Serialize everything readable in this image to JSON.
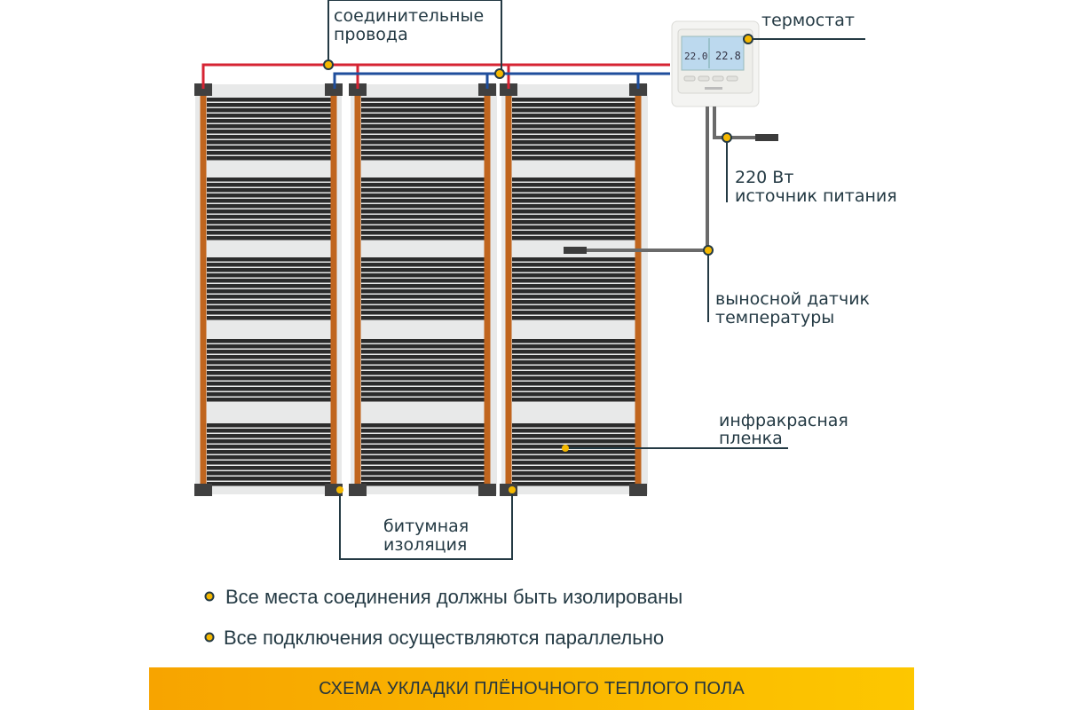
{
  "labels": {
    "wires": [
      "соединительные",
      "провода"
    ],
    "thermostat": "термостат",
    "power": [
      "220 Вт",
      "источник питания"
    ],
    "sensor": [
      "выносной датчик",
      "температуры"
    ],
    "film": [
      "инфракрасная",
      "пленка"
    ],
    "insulation": [
      "битумная",
      "изоляция"
    ]
  },
  "thermostat_display": {
    "left": "22.0",
    "right": "22.8"
  },
  "notes": [
    "Все места соединения должны быть изолированы",
    "Все подключения осуществляются параллельно"
  ],
  "banner": "СХЕМА УКЛАДКИ ПЛЁНОЧНОГО ТЕПЛОГО ПОЛА",
  "colors": {
    "busbar": "#c0651e",
    "stripe": "#2b2b2b",
    "film": "#e8e9e9",
    "live_wire": "#d62433",
    "neutral_wire": "#1f4e9c",
    "marker": "#f5b800",
    "text": "#243a44"
  }
}
